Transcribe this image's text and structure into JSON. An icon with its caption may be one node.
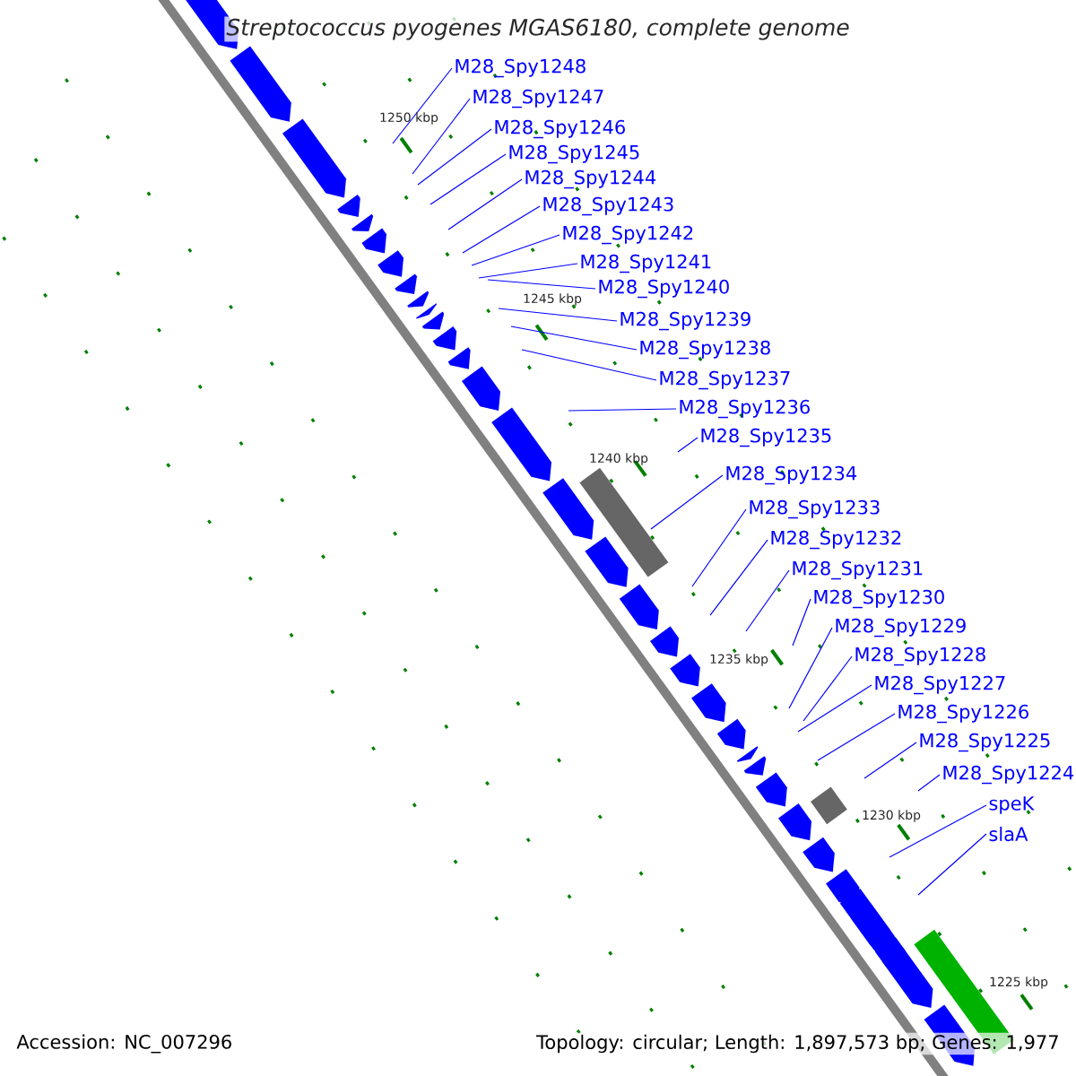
{
  "diagram": {
    "title": "*Streptococcus pyogenes* MGAS6180, complete genome",
    "nodes": [
      {
        "text": [
          "M28_Spy1248"
        ]
      },
      {
        "text": [
          "M28_Spy1247"
        ]
      },
      {
        "text": [
          "M28_Spy1246"
        ]
      },
      {
        "text": [
          "M28_Spy1245"
        ]
      },
      {
        "text": [
          "M28_Spy1244"
        ]
      },
      {
        "text": [
          "M28_Spy1243"
        ]
      },
      {
        "text": [
          "M28_Spy1242"
        ]
      },
      {
        "text": [
          "M28_Spy1241"
        ]
      },
      {
        "text": [
          "M28_Spy1240"
        ]
      },
      {
        "text": [
          "M28_Spy1239"
        ]
      },
      {
        "text": [
          "M28_Spy1238"
        ]
      },
      {
        "text": [
          "M28_Spy1237"
        ]
      },
      {
        "text": [
          "M28_Spy1236"
        ]
      },
      {
        "text": [
          "M28_Spy1235"
        ]
      },
      {
        "text": [
          "M28_Spy1234"
        ]
      },
      {
        "text": [
          "M28_Spy1233"
        ]
      },
      {
        "text": [
          "M28_Spy1232"
        ]
      },
      {
        "text": [
          "M28_Spy1231"
        ]
      },
      {
        "text": [
          "M28_Spy1230"
        ]
      },
      {
        "text": [
          "M28_Spy1229"
        ]
      },
      {
        "text": [
          "M28_Spy1228"
        ]
      },
      {
        "text": [
          "M28_Spy1227"
        ]
      },
      {
        "text": [
          "M28_Spy1226"
        ]
      },
      {
        "text": [
          "M28_Spy1225"
        ]
      },
      {
        "text": [
          "M28_Spy1224"
        ]
      },
      {
        "text": [
          "speK"
        ]
      },
      {
        "text": [
          "slaA"
        ]
      }
    ],
    "edges": [
      {
        "from": 0,
        "to": null,
        "arrow": "none"
      },
      {
        "from": 1,
        "to": null,
        "arrow": "none"
      },
      {
        "from": 2,
        "to": null,
        "arrow": "none"
      },
      {
        "from": 3,
        "to": null,
        "arrow": "none"
      },
      {
        "from": 4,
        "to": null,
        "arrow": "none"
      },
      {
        "from": 5,
        "to": null,
        "arrow": "none"
      },
      {
        "from": 6,
        "to": null,
        "arrow": "none"
      },
      {
        "from": 7,
        "to": null,
        "arrow": "none"
      },
      {
        "from": 8,
        "to": null,
        "arrow": "none"
      },
      {
        "from": 9,
        "to": null,
        "arrow": "none"
      },
      {
        "from": 10,
        "to": null,
        "arrow": "none"
      },
      {
        "from": 11,
        "to": null,
        "arrow": "none"
      },
      {
        "from": 12,
        "to": null,
        "arrow": "none"
      },
      {
        "from": 13,
        "to": null,
        "arrow": "none"
      },
      {
        "from": 14,
        "to": null,
        "arrow": "none"
      },
      {
        "from": 15,
        "to": null,
        "arrow": "none"
      },
      {
        "from": 16,
        "to": null,
        "arrow": "none"
      },
      {
        "from": 17,
        "to": null,
        "arrow": "none"
      },
      {
        "from": 18,
        "to": null,
        "arrow": "none"
      },
      {
        "from": 19,
        "to": null,
        "arrow": "none"
      },
      {
        "from": 20,
        "to": null,
        "arrow": "none"
      },
      {
        "from": 21,
        "to": null,
        "arrow": "none"
      },
      {
        "from": 22,
        "to": null,
        "arrow": "none"
      },
      {
        "from": 23,
        "to": null,
        "arrow": "none"
      },
      {
        "from": 24,
        "to": null,
        "arrow": "none"
      },
      {
        "from": 25,
        "to": null,
        "arrow": "none"
      },
      {
        "from": 26,
        "to": null,
        "arrow": "none"
      }
    ],
    "labels": [
      "1250 kbp",
      "1245 kbp",
      "1240 kbp",
      "1235 kbp",
      "1230 kbp",
      "1225 kbp",
      "Accession: NC_007296",
      "Topology: circular; Length: 1,897,573 bp; Genes: 1,977"
    ]
  }
}
